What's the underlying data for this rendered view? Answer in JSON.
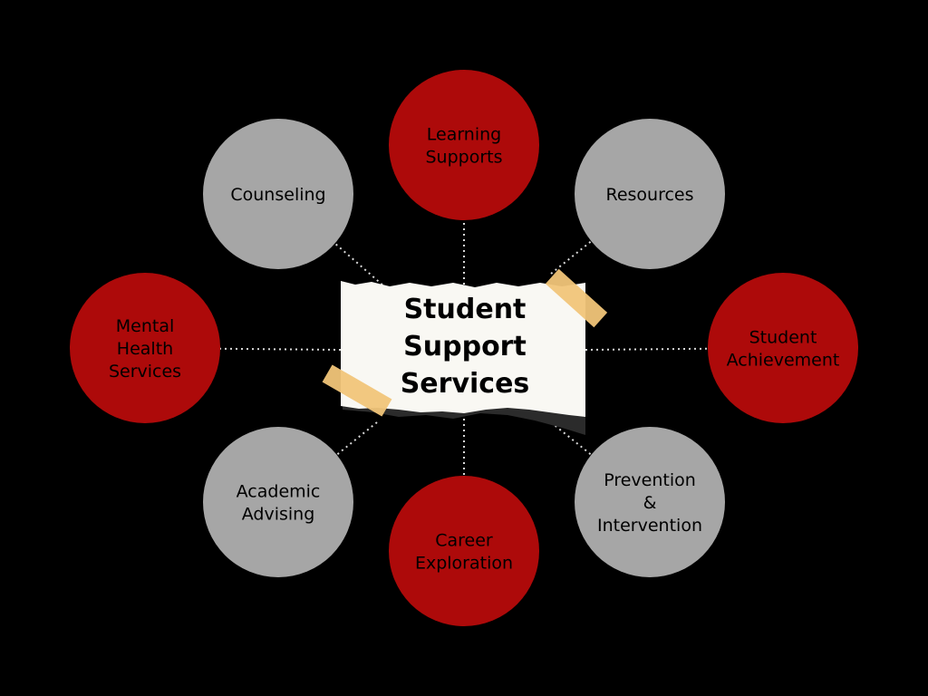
{
  "center": {
    "lines": [
      "Student",
      "Support",
      "Services"
    ]
  },
  "nodes": [
    {
      "id": "learning-supports",
      "lines": [
        "Learning",
        "Supports"
      ],
      "tone": "red"
    },
    {
      "id": "resources",
      "lines": [
        "Resources"
      ],
      "tone": "gray"
    },
    {
      "id": "student-achievement",
      "lines": [
        "Student",
        "Achievement"
      ],
      "tone": "red"
    },
    {
      "id": "prevention-intervention",
      "lines": [
        "Prevention",
        "&",
        "Intervention"
      ],
      "tone": "gray"
    },
    {
      "id": "career-exploration",
      "lines": [
        "Career",
        "Exploration"
      ],
      "tone": "red"
    },
    {
      "id": "academic-advising",
      "lines": [
        "Academic",
        "Advising"
      ],
      "tone": "gray"
    },
    {
      "id": "mental-health-services",
      "lines": [
        "Mental",
        "Health",
        "Services"
      ],
      "tone": "red"
    },
    {
      "id": "counseling",
      "lines": [
        "Counseling"
      ],
      "tone": "gray"
    }
  ],
  "colors": {
    "background": "#000000",
    "red": "#ad0a0a",
    "gray": "#a6a6a6",
    "paper": "#f9f8f3",
    "tape": "#f1c579",
    "connector": "#d9d9d9",
    "text": "#000000"
  }
}
